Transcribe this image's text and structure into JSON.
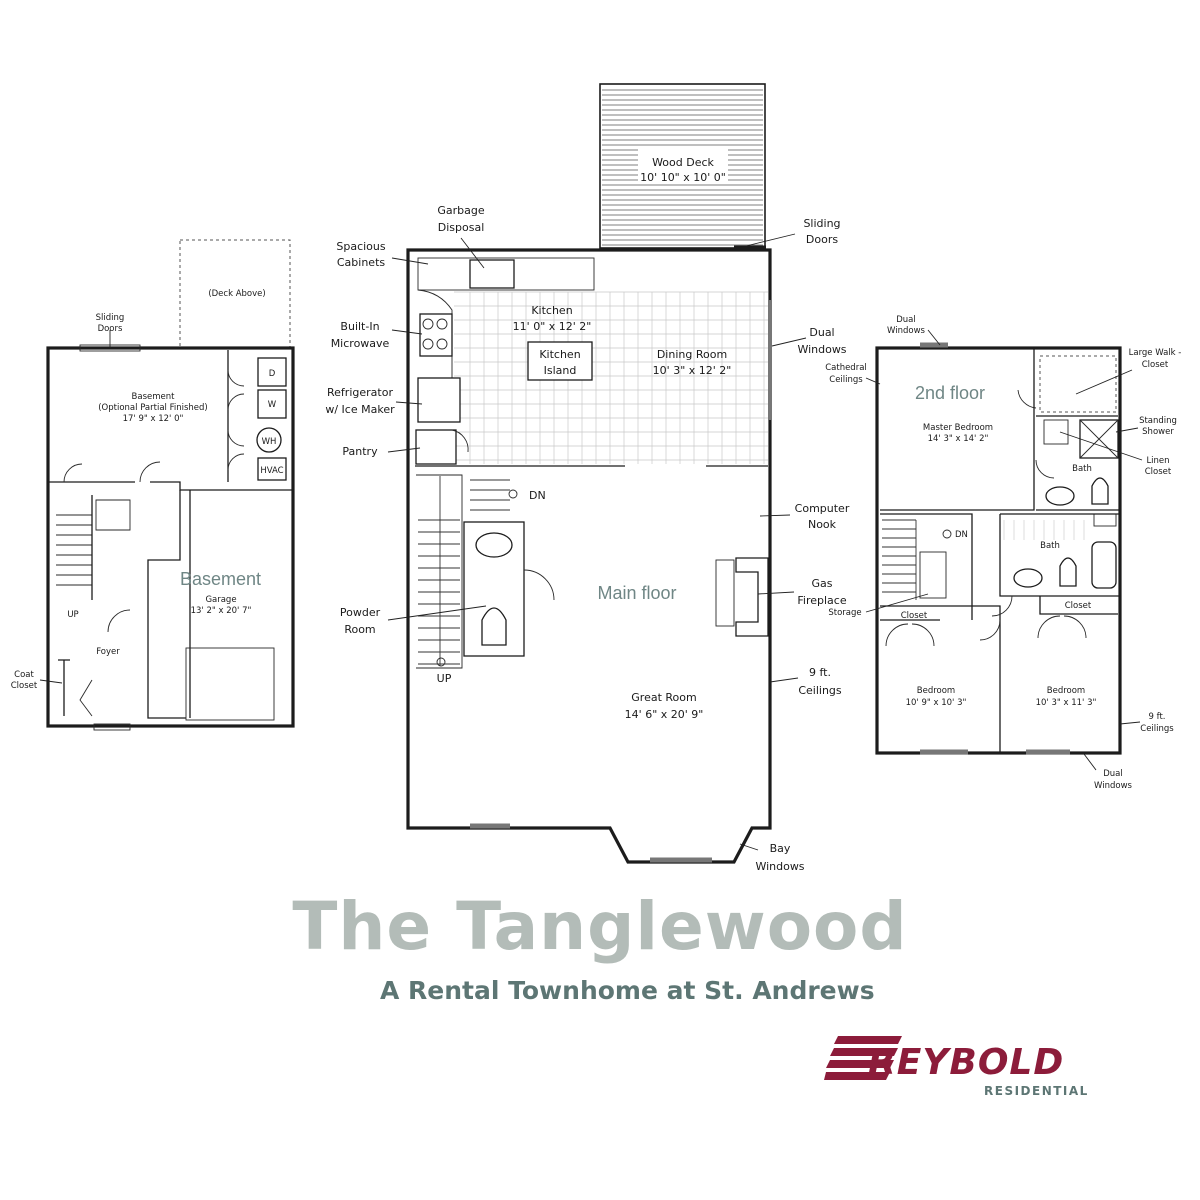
{
  "floors": {
    "basement": "Basement",
    "main": "Main floor",
    "second": "2nd floor"
  },
  "basement_labels": {
    "deck_above": "(Deck Above)",
    "sliding_doors": [
      "Sliding",
      "Doors"
    ],
    "basement_room": [
      "Basement",
      "(Optional Partial Finished)",
      "17' 9\" x 12' 0\""
    ],
    "dryer": "D",
    "washer": "W",
    "water_heater": "WH",
    "hvac": "HVAC",
    "garage": [
      "Garage",
      "13' 2\" x 20' 7\""
    ],
    "up": "UP",
    "foyer": "Foyer",
    "coat_closet": [
      "Coat",
      "Closet"
    ]
  },
  "main_labels": {
    "wood_deck": [
      "Wood Deck",
      "10' 10\" x 10' 0\""
    ],
    "garbage_disposal": [
      "Garbage",
      "Disposal"
    ],
    "spacious_cabinets": [
      "Spacious",
      "Cabinets"
    ],
    "sliding_doors": [
      "Sliding",
      "Doors"
    ],
    "kitchen": [
      "Kitchen",
      "11' 0\" x 12' 2\""
    ],
    "kitchen_island": [
      "Kitchen",
      "Island"
    ],
    "dining_room": [
      "Dining Room",
      "10' 3\" x 12' 2\""
    ],
    "dual_windows": [
      "Dual",
      "Windows"
    ],
    "built_in_microwave": [
      "Built-In",
      "Microwave"
    ],
    "refrigerator": [
      "Refrigerator",
      "w/ Ice Maker"
    ],
    "pantry": "Pantry",
    "dn": "DN",
    "computer_nook": [
      "Computer",
      "Nook"
    ],
    "gas_fireplace": [
      "Gas",
      "Fireplace"
    ],
    "powder_room": [
      "Powder",
      "Room"
    ],
    "up": "UP",
    "nine_ft_ceilings": [
      "9 ft.",
      "Ceilings"
    ],
    "great_room": [
      "Great Room",
      "14' 6\" x 20' 9\""
    ],
    "bay_windows": [
      "Bay",
      "Windows"
    ]
  },
  "second_labels": {
    "dual_windows_top": [
      "Dual",
      "Windows"
    ],
    "large_walk_closet": [
      "Large Walk -",
      "Closet"
    ],
    "cathedral_ceilings": [
      "Cathedral",
      "Ceilings"
    ],
    "master_bedroom": [
      "Master Bedroom",
      "14' 3\" x 14' 2\""
    ],
    "standing_shower": [
      "Standing",
      "Shower"
    ],
    "bath_master": "Bath",
    "linen_closet": [
      "Linen",
      "Closet"
    ],
    "dn": "DN",
    "bath_hall": "Bath",
    "storage": "Storage",
    "closet_left": "Closet",
    "closet_right": "Closet",
    "bedroom_left": [
      "Bedroom",
      "10' 9\" x 10' 3\""
    ],
    "bedroom_right": [
      "Bedroom",
      "10' 3\" x 11' 3\""
    ],
    "nine_ft_ceilings": [
      "9 ft.",
      "Ceilings"
    ],
    "dual_windows_bottom": [
      "Dual",
      "Windows"
    ]
  },
  "title": "The Tanglewood",
  "subtitle": "A Rental Townhome at St. Andrews",
  "logo": {
    "name": "REYBOLD",
    "tagline": "RESIDENTIAL",
    "color": "#8c1c3a"
  },
  "colors": {
    "title": "#b3bcb8",
    "subtitle": "#5d7674",
    "floor_label": "#6f8685"
  }
}
